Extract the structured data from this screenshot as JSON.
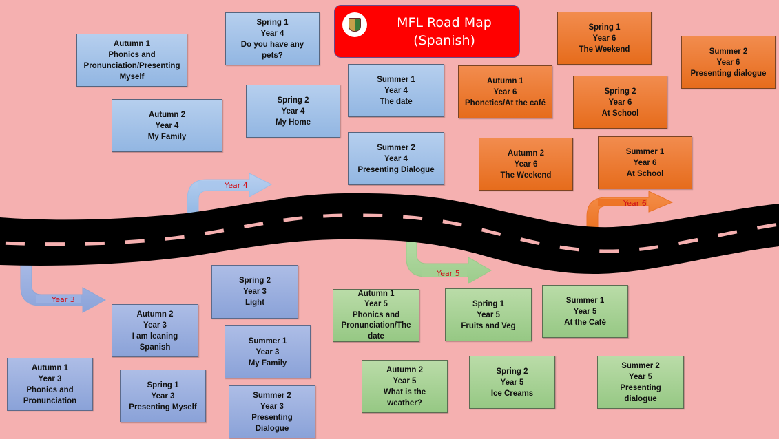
{
  "title": {
    "line1": "MFL Road Map",
    "line2": "(Spanish)",
    "logo": "school-crest-logo"
  },
  "colors": {
    "background": "#f5b0b0",
    "road": "#000000",
    "road_dashes": "#f5b0b0",
    "title_bg": "#ff0000",
    "year3": "#9cb0df",
    "year4": "#a4c2e8",
    "year5": "#a8d296",
    "year6": "#ec7c34",
    "arrow_label": "#d0101a"
  },
  "arrows": [
    {
      "label": "Year 3",
      "year": 3
    },
    {
      "label": "Year 4",
      "year": 4
    },
    {
      "label": "Year 5",
      "year": 5
    },
    {
      "label": "Year 6",
      "year": 6
    }
  ],
  "year3": [
    {
      "term": "Autumn 1",
      "year": "Year 3",
      "topic": [
        "Phonics and",
        "Pronunciation"
      ]
    },
    {
      "term": "Autumn 2",
      "year": "Year 3",
      "topic": [
        "I am leaning",
        "Spanish"
      ]
    },
    {
      "term": "Spring 1",
      "year": "Year 3",
      "topic": [
        "Presenting Myself"
      ]
    },
    {
      "term": "Spring 2",
      "year": "Year 3",
      "topic": [
        "Light"
      ]
    },
    {
      "term": "Summer 1",
      "year": "Year 3",
      "topic": [
        "My Family"
      ]
    },
    {
      "term": "Summer 2",
      "year": "Year 3",
      "topic": [
        "Presenting",
        "Dialogue"
      ]
    }
  ],
  "year4": [
    {
      "term": "Autumn 1",
      "year": "",
      "topic": [
        "Phonics and",
        "Pronunciation/Presenting",
        "Myself"
      ]
    },
    {
      "term": "Autumn 2",
      "year": "Year 4",
      "topic": [
        "My Family"
      ]
    },
    {
      "term": "Spring 1",
      "year": "Year 4",
      "topic": [
        "Do you have any",
        "pets?"
      ]
    },
    {
      "term": "Spring 2",
      "year": "Year 4",
      "topic": [
        "My Home"
      ]
    },
    {
      "term": "Summer 1",
      "year": "Year 4",
      "topic": [
        "The date"
      ]
    },
    {
      "term": "Summer 2",
      "year": "Year 4",
      "topic": [
        "Presenting Dialogue"
      ]
    }
  ],
  "year5": [
    {
      "term": "Autumn 1",
      "year": "Year 5",
      "topic": [
        "Phonics and",
        "Pronunciation/The",
        "date"
      ]
    },
    {
      "term": "Autumn 2",
      "year": "Year 5",
      "topic": [
        "What is the",
        "weather?"
      ]
    },
    {
      "term": "Spring 1",
      "year": "Year 5",
      "topic": [
        "Fruits and Veg"
      ]
    },
    {
      "term": "Spring 2",
      "year": "Year 5",
      "topic": [
        "Ice Creams"
      ]
    },
    {
      "term": "Summer 1",
      "year": "Year 5",
      "topic": [
        "At the Café"
      ]
    },
    {
      "term": "Summer 2",
      "year": "Year 5",
      "topic": [
        "Presenting",
        "dialogue"
      ]
    }
  ],
  "year6": [
    {
      "term": "Autumn 1",
      "year": "Year 6",
      "topic": [
        "Phonetics/At the café"
      ]
    },
    {
      "term": "Autumn 2",
      "year": "Year 6",
      "topic": [
        "The Weekend"
      ]
    },
    {
      "term": "Spring 1",
      "year": "Year 6",
      "topic": [
        "The Weekend"
      ]
    },
    {
      "term": "Spring 2",
      "year": "Year 6",
      "topic": [
        "At School"
      ]
    },
    {
      "term": "Summer 1",
      "year": "Year 6",
      "topic": [
        "At School"
      ]
    },
    {
      "term": "Summer 2",
      "year": "Year 6",
      "topic": [
        "Presenting dialogue"
      ]
    }
  ]
}
